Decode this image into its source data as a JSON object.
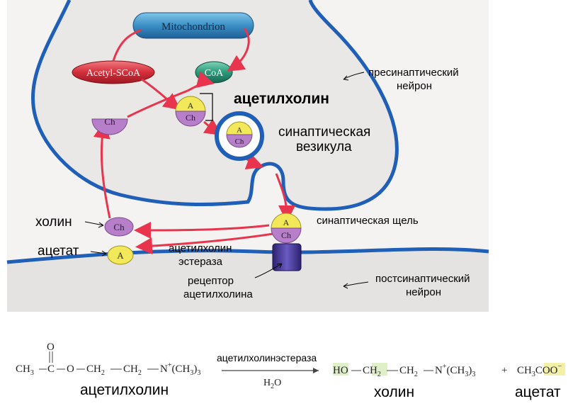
{
  "diagram": {
    "mitochondrion": "Mitochondrion",
    "acetyl_scoa": "Acetyl-SCoA",
    "coa": "CoA",
    "choline_abbr": "Ch",
    "acetate_abbr": "A",
    "acetylcholine_label": "ацетилхолин",
    "presynaptic_label_1": "пресинаптический",
    "presynaptic_label_2": "нейрон",
    "vesicle_label_1": "синаптическая",
    "vesicle_label_2": "везикула",
    "cleft_label": "синаптическая щель",
    "choline_label": "холин",
    "acetate_label": "ацетат",
    "esterase_label_1": "ацетилхолин",
    "esterase_label_2": "эстераза",
    "receptor_label_1": "рецептор",
    "receptor_label_2": "ацетилхолина",
    "postsynaptic_label_1": "постсинаптический",
    "postsynaptic_label_2": "нейрон",
    "colors": {
      "neuron_membrane": "#1f5fb8",
      "neuron_fill": "#ecebea",
      "arrow": "#e8344d",
      "mitochondrion": "#3a8fc4",
      "acetyl_scoa": "#d42e3a",
      "coa": "#2b9a7a",
      "choline": "#b77fc9",
      "acetate": "#f2e85a",
      "receptor": "#4b3a9a"
    }
  },
  "equation": {
    "reactant_formula": {
      "ch3": "CH",
      "sub3": "3",
      "c": "C",
      "o_double": "O",
      "o": "O",
      "ch2a": "CH",
      "sub2a": "2",
      "ch2b": "CH",
      "sub2b": "2",
      "n": "N",
      "plus": "+",
      "methyl": "(CH",
      "sub3b": "3",
      "close": ")",
      "sub3c": "3"
    },
    "reactant_name": "ацетилхолин",
    "enzyme": "ацетилхолинэстераза",
    "water": "H",
    "water_sub": "2",
    "water_o": "O",
    "product1_formula": {
      "ho": "HO",
      "ch2a": "CH",
      "sub2a": "2",
      "ch2b": "CH",
      "sub2b": "2",
      "n": "N",
      "plus": "+",
      "methyl": "(CH",
      "sub3": "3",
      "close": ")",
      "sub3b": "3"
    },
    "product1_name": "холин",
    "plus_sign": "+",
    "product2_formula": {
      "ch": "CH",
      "sub3": "3",
      "coo": "COO",
      "minus": "−"
    },
    "product2_name": "ацетат"
  }
}
